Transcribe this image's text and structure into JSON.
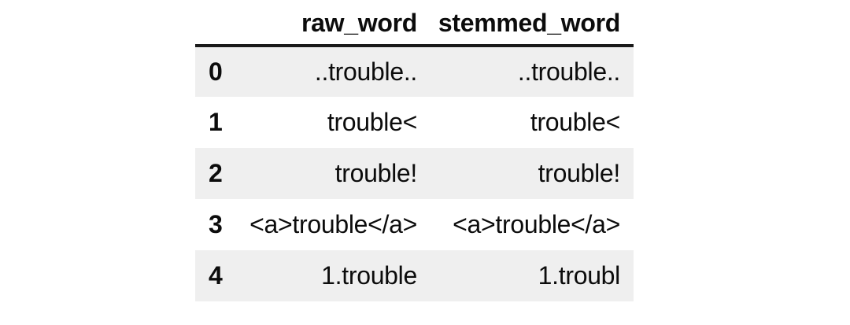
{
  "chart_data": {
    "type": "table",
    "columns": [
      "",
      "raw_word",
      "stemmed_word"
    ],
    "rows": [
      [
        "0",
        "..trouble..",
        "..trouble.."
      ],
      [
        "1",
        "trouble<",
        "trouble<"
      ],
      [
        "2",
        "trouble!",
        "trouble!"
      ],
      [
        "3",
        "<a>trouble</a>",
        "<a>trouble</a>"
      ],
      [
        "4",
        "1.trouble",
        "1.troubl"
      ]
    ],
    "layout": {
      "zebra_striping": "odd-data-rows-gray",
      "header_rule": "thick-bottom-border",
      "value_alignment": "right",
      "index_alignment": "left"
    }
  },
  "colors": {
    "stripe": "#efefef",
    "text": "#0c0c0c",
    "rule": "#1a1a1a",
    "background": "#ffffff"
  }
}
